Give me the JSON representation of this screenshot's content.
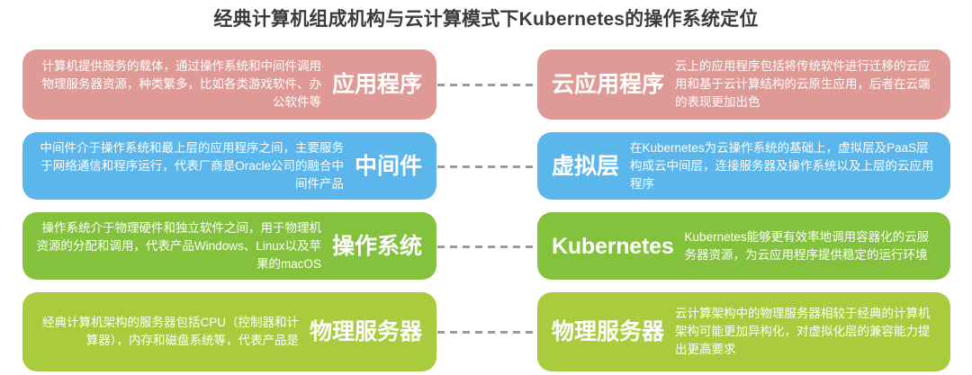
{
  "title": "经典计算机组成机构与云计算模式下Kubernetes的操作系统定位",
  "colors": {
    "title_text": "#3b3b3b",
    "row_pink": "#DF9A96",
    "row_blue": "#5BB6EC",
    "row_green": "#84C23E",
    "row_light_green": "#A9CC3F",
    "connector_dash": "#9a9a9a",
    "card_text": "#ffffff"
  },
  "diagram": {
    "type": "two-column-layer-comparison",
    "rows": [
      {
        "color": "#DF9A96",
        "left": {
          "label": "应用程序",
          "description": "计算机提供服务的载体，通过操作系统和中间件调用物理服务器资源，种类繁多，比如各类游戏软件、办公软件等"
        },
        "right": {
          "label": "云应用程序",
          "description": "云上的应用程序包括将传统软件进行迁移的云应用和基于云计算结构的云原生应用，后者在云端的表现更加出色"
        },
        "connector": "dashed-line"
      },
      {
        "color": "#5BB6EC",
        "left": {
          "label": "中间件",
          "description": "中间件介于操作系统和最上层的应用程序之间，主要服务于网络通信和程序运行，代表厂商是Oracle公司的融合中间件产品"
        },
        "right": {
          "label": "虚拟层",
          "description": "在Kubernetes为云操作系统的基础上，虚拟层及PaaS层构成云中间层，连接服务器及操作系统以及上层的云应用程序"
        },
        "connector": "dashed-line"
      },
      {
        "color": "#84C23E",
        "left": {
          "label": "操作系统",
          "description": "操作系统介于物理硬件和独立软件之间，用于物理机资源的分配和调用，代表产品Windows、Linux以及苹果的macOS"
        },
        "right": {
          "label": "Kubernetes",
          "description": "Kubernetes能够更有效率地调用容器化的云服务器资源，为云应用程序提供稳定的运行环境"
        },
        "connector": "dashed-line"
      },
      {
        "color": "#A9CC3F",
        "left": {
          "label": "物理服务器",
          "description": "经典计算机架构的服务器包括CPU（控制器和计算器），内存和磁盘系统等，代表产品是"
        },
        "right": {
          "label": "物理服务器",
          "description": "云计算架构中的物理服务器相较于经典的计算机架构可能更加异构化，对虚拟化层的兼容能力提出更高要求"
        },
        "connector": "dashed-line"
      }
    ]
  }
}
